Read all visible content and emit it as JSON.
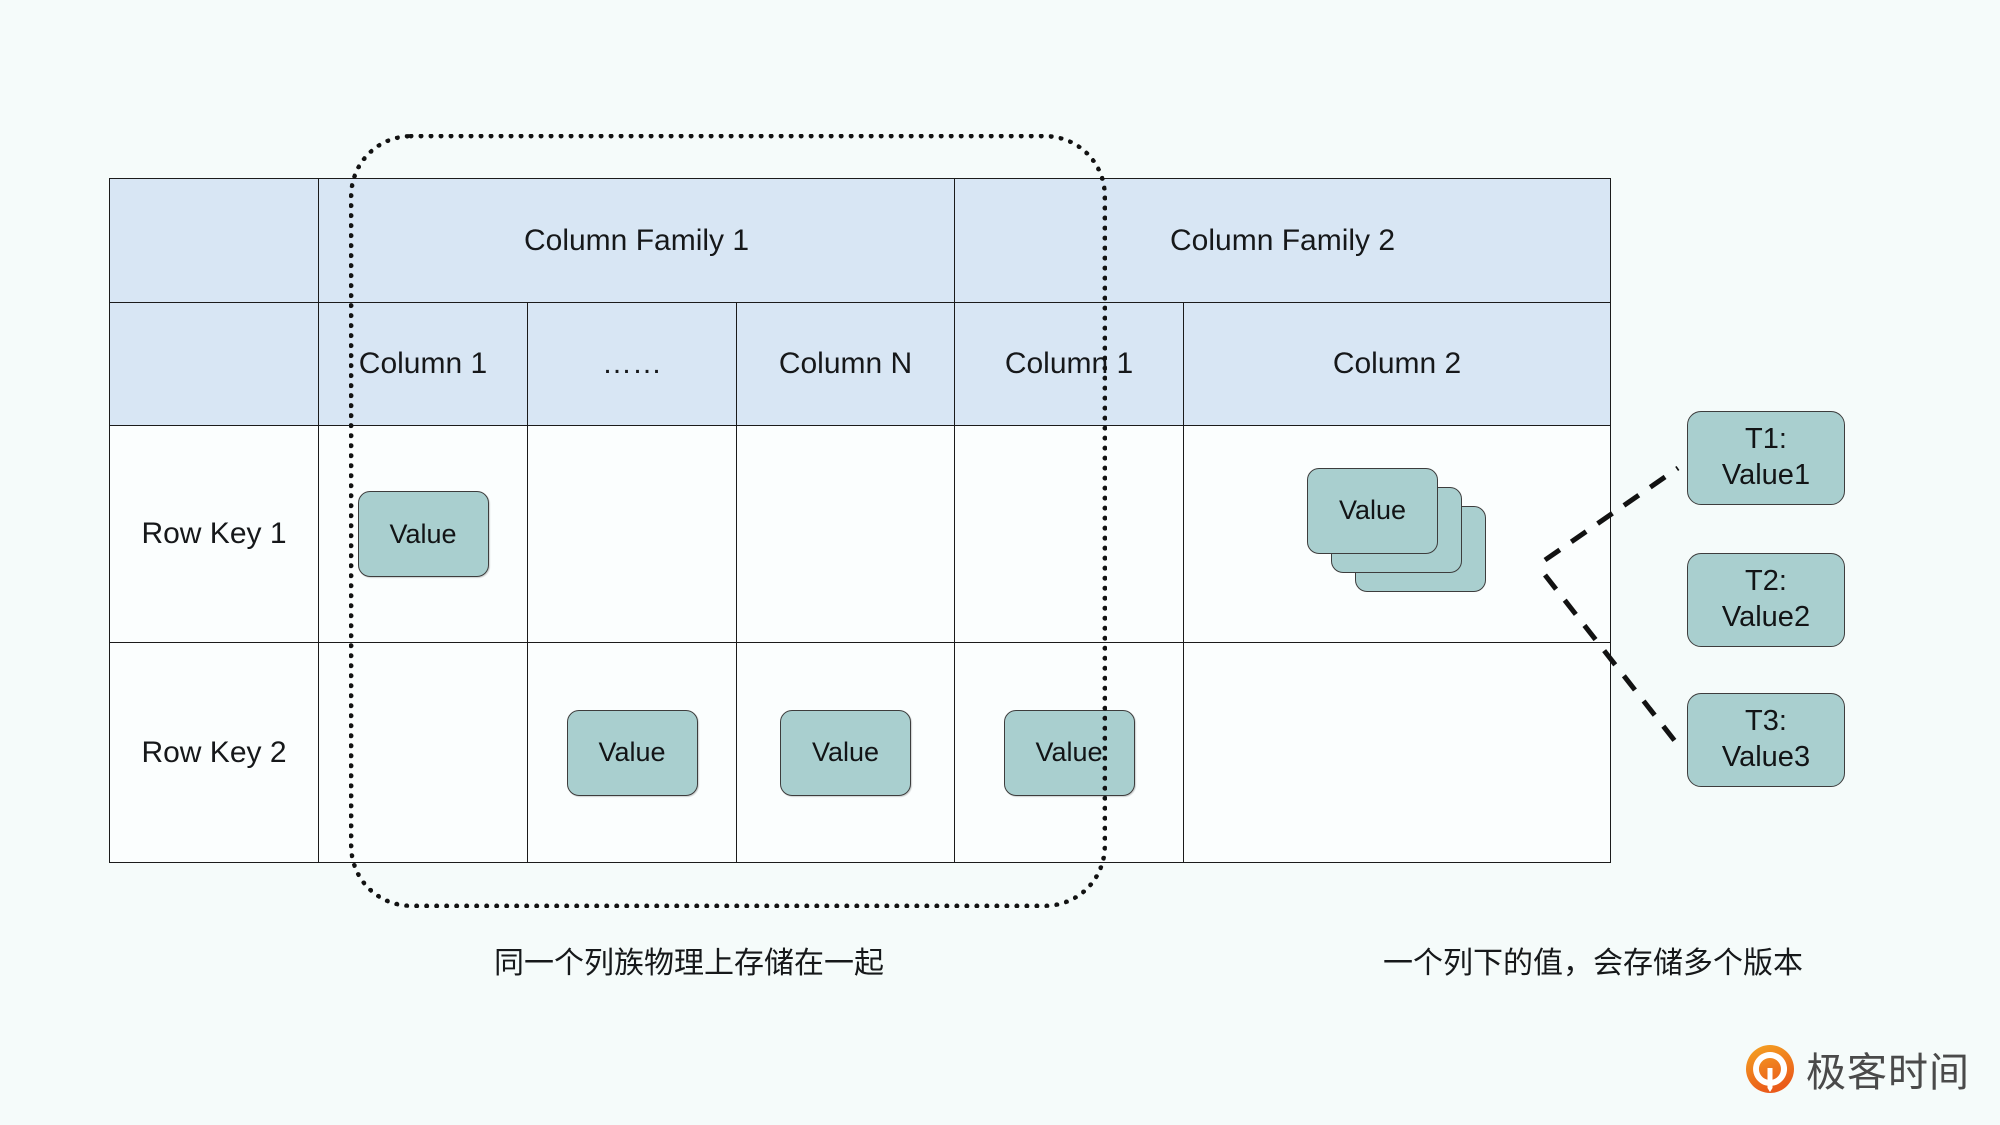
{
  "diagram": {
    "title": "HBase table model",
    "colors": {
      "background": "#f5fbfa",
      "header_fill": "#d8e6f4",
      "cell_fill": "#fbfefe",
      "value_fill": "#a9cfcf",
      "border": "#1b1b1b",
      "logo_orange": "#f07a22"
    }
  },
  "table": {
    "family_headers": [
      {
        "label": "",
        "span": 1
      },
      {
        "label": "Column Family 1",
        "span": 3
      },
      {
        "label": "Column Family 2",
        "span": 2
      }
    ],
    "column_headers": [
      "",
      "Column 1",
      "……",
      "Column N",
      "Column 1",
      "Column 2"
    ],
    "rows": [
      {
        "row_key": "Row Key 1",
        "cells": [
          {
            "type": "value",
            "label": "Value"
          },
          {
            "type": "empty",
            "label": ""
          },
          {
            "type": "empty",
            "label": ""
          },
          {
            "type": "empty",
            "label": ""
          },
          {
            "type": "stack",
            "label": "Value",
            "stack_count": 3
          }
        ]
      },
      {
        "row_key": "Row Key 2",
        "cells": [
          {
            "type": "empty",
            "label": ""
          },
          {
            "type": "value",
            "label": "Value"
          },
          {
            "type": "value",
            "label": "Value"
          },
          {
            "type": "value",
            "label": "Value"
          },
          {
            "type": "empty",
            "label": ""
          }
        ]
      }
    ]
  },
  "versions": [
    {
      "time": "T1:",
      "value": "Value1"
    },
    {
      "time": "T2:",
      "value": "Value2"
    },
    {
      "time": "T3:",
      "value": "Value3"
    }
  ],
  "captions": {
    "left": "同一个列族物理上存储在一起",
    "right": "一个列下的值，会存储多个版本"
  },
  "logo": {
    "text": "极客时间",
    "icon": "geektime-logo-icon"
  }
}
